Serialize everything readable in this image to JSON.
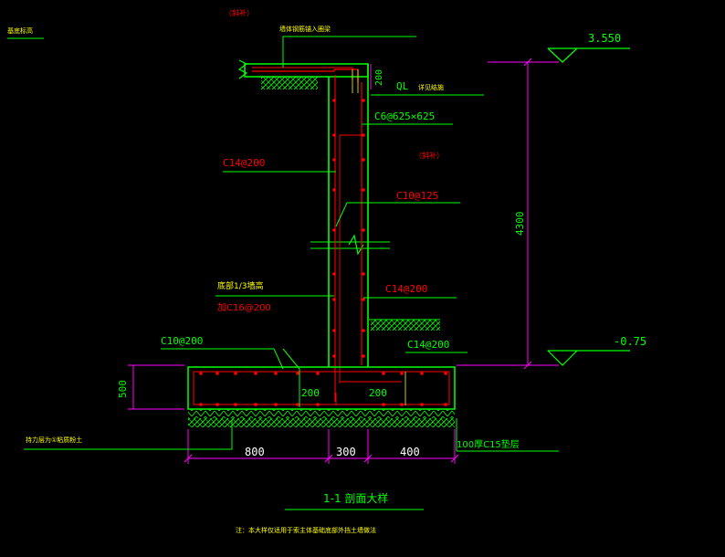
{
  "colors": {
    "background": "#000000",
    "green": "#00ff00",
    "red": "#ff0000",
    "magenta": "#ff00ff",
    "white": "#ffffff",
    "yellow": "#ffff00",
    "cyan": "#00ffff"
  },
  "labels": {
    "note_top_red": "（斜补）",
    "top_left_note": "基底标高",
    "anchor_note": "墙体钢筋锚入圈梁",
    "ql_label": "QL",
    "ql_detail": "详见结施",
    "stirrup": "C6@625×625",
    "wall_left_rebar": "C14@200",
    "note_mid_red": "（斜补）",
    "wall_horizontal": "C10@125",
    "right_rebar": "C14@200",
    "extend_note": "底部1/3墙高",
    "add_rebar": "加C16@200",
    "footing_top_rebar": "C10@200",
    "footing_right_rebar": "C14@200",
    "bearing_note": "持力层为①粘质粉土",
    "cushion_note": "100厚C15垫层",
    "section_title": "1-1 剖面大样",
    "footer_note": "注：本大样仅适用于索主体基础底部外挡土墙做法"
  },
  "elevations": {
    "top": "3.550",
    "bottom": "-0.75"
  },
  "dimensions": {
    "ql_height": "200",
    "wall_height": "4300",
    "footing_thickness": "500",
    "inner_left": "200",
    "inner_right": "200",
    "bottom_left": "800",
    "bottom_mid": "300",
    "bottom_right": "400"
  }
}
